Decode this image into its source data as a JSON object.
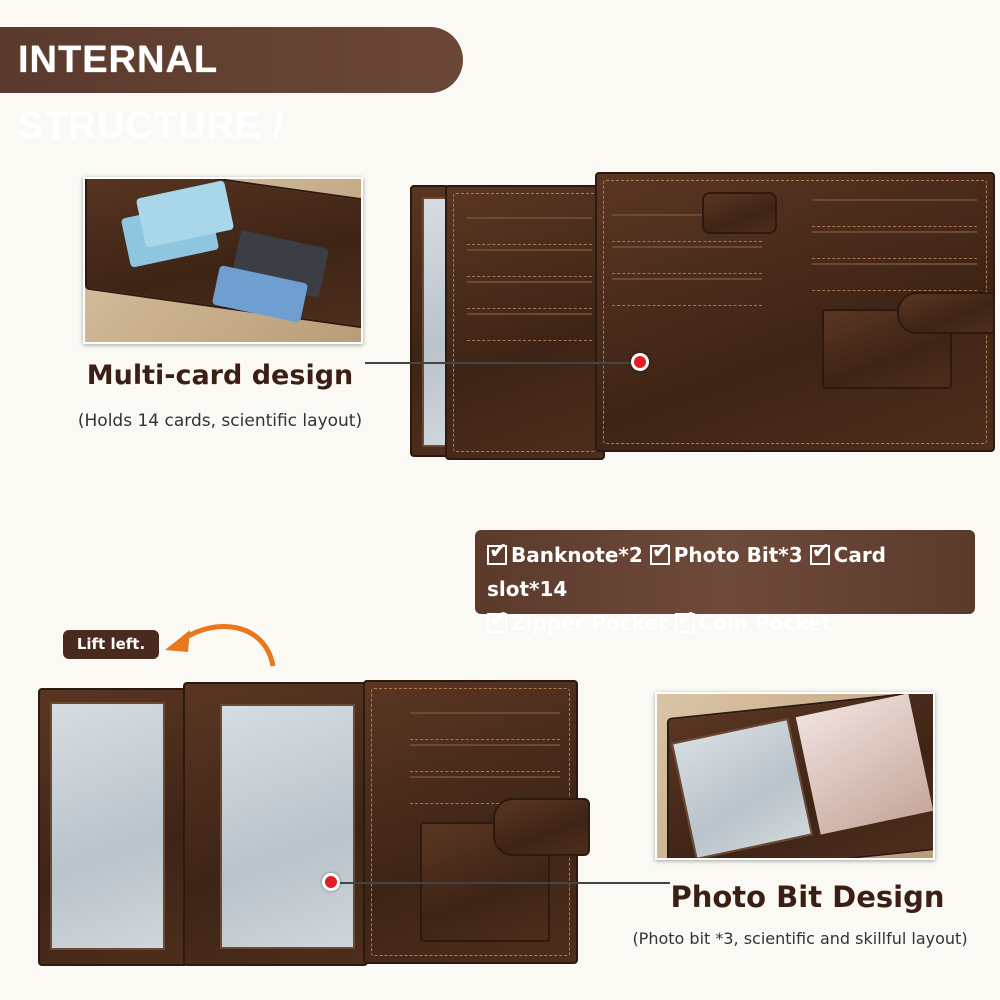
{
  "header": {
    "title": "INTERNAL STRUCTURE /"
  },
  "multi_card": {
    "title": "Multi-card design",
    "subtitle": "(Holds 14 cards, scientific layout)"
  },
  "features": {
    "items": [
      "Banknote*2",
      "Photo Bit*3",
      "Card slot*14",
      "Zipper Pocket",
      "Coin Pocket"
    ]
  },
  "lift": {
    "label": "Lift left."
  },
  "photo_bit": {
    "title": "Photo Bit Design",
    "subtitle": "(Photo bit *3, scientific and skillful layout)"
  },
  "colors": {
    "brand": "#5a3a2d",
    "accent_dot": "#e01e24",
    "arrow": "#e8781e"
  }
}
